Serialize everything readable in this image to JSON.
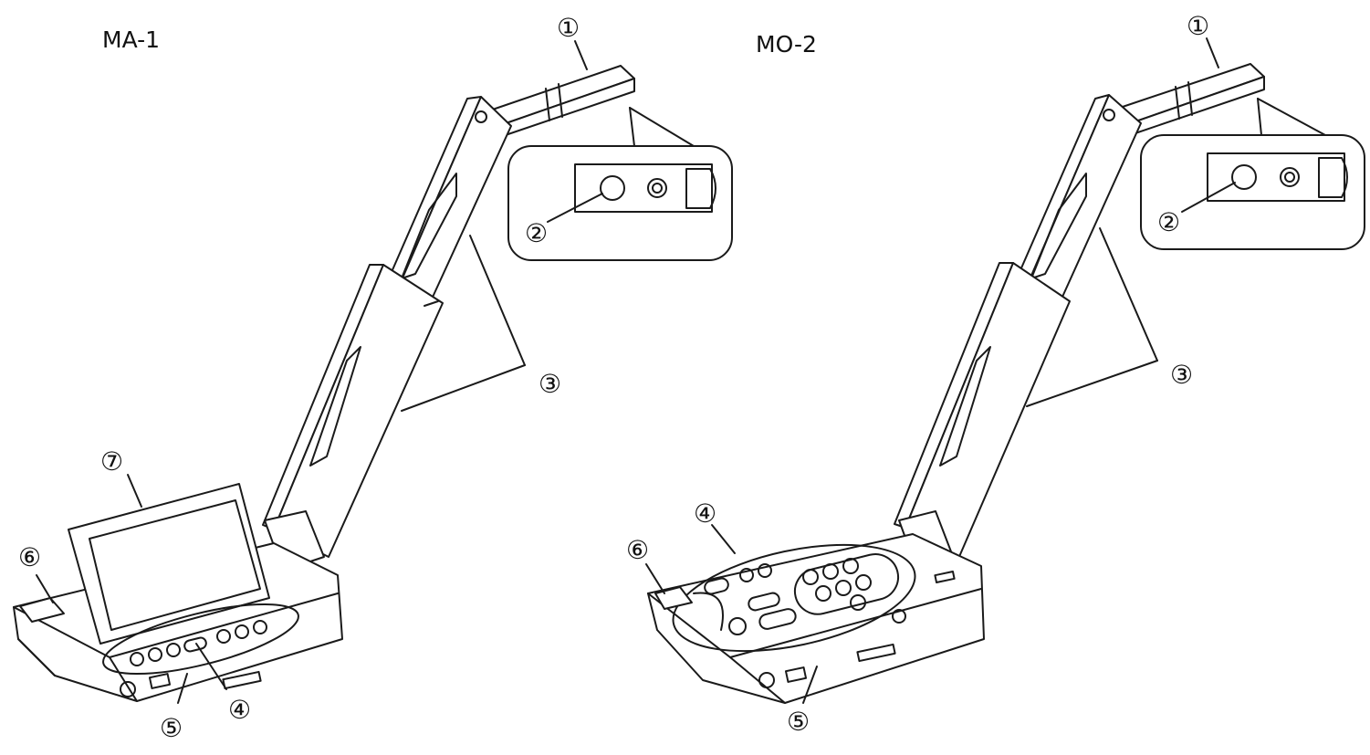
{
  "diagrams": [
    {
      "model": "MA-1",
      "callouts": [
        "①",
        "②",
        "③",
        "④",
        "⑤",
        "⑥",
        "⑦"
      ]
    },
    {
      "model": "MO-2",
      "callouts": [
        "①",
        "②",
        "③",
        "④",
        "⑤",
        "⑥"
      ]
    }
  ],
  "colors": {
    "line": "#1a1a1a",
    "background": "#ffffff"
  }
}
